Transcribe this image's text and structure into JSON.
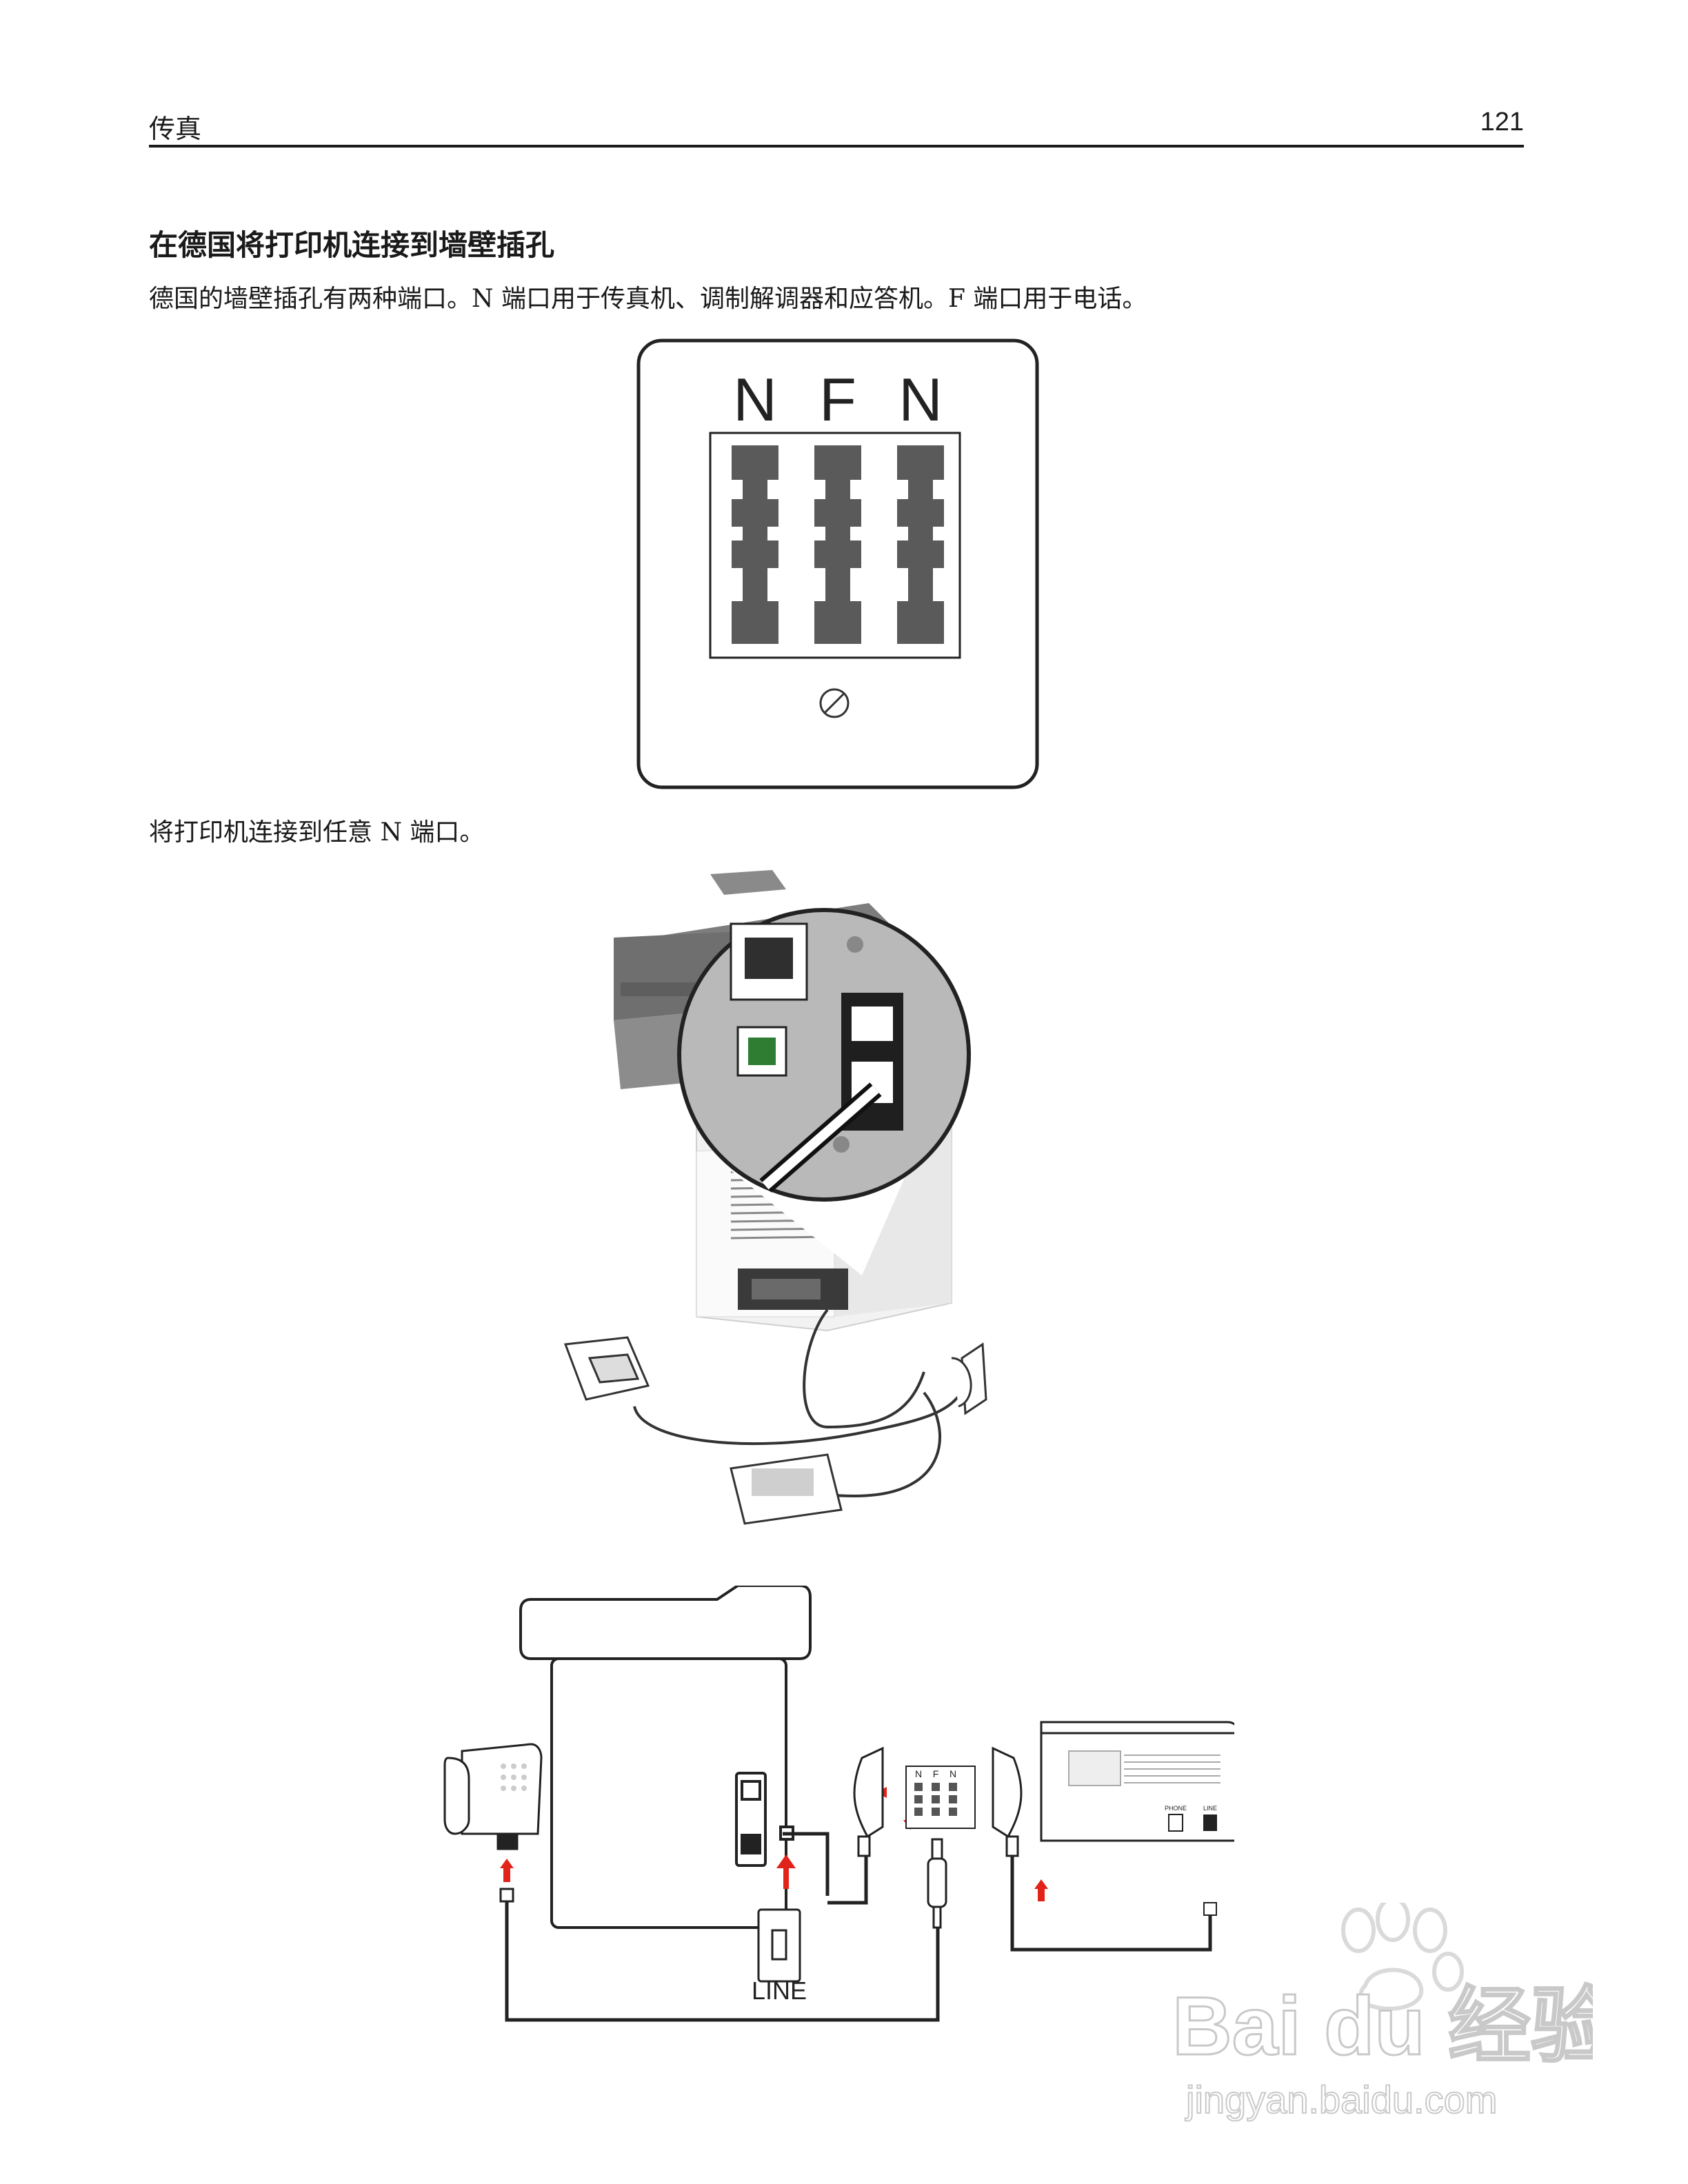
{
  "header": {
    "section": "传真",
    "page_number": "121"
  },
  "section": {
    "title": "在德国将打印机连接到墙壁插孔"
  },
  "paragraphs": {
    "intro": "德国的墙壁插孔有两种端口。N 端口用于传真机、调制解调器和应答机。F 端口用于电话。",
    "instruction": "将打印机连接到任意 N 端口。"
  },
  "figure_wall_jack": {
    "port_labels": [
      "N",
      "F",
      "N"
    ]
  },
  "figure_diagram": {
    "adapter_labels": [
      "N",
      "F",
      "N"
    ],
    "line_label": "LINE",
    "fax_port_labels": [
      "PHONE",
      "LINE"
    ]
  },
  "watermark": {
    "brand": "Bai du 经验",
    "url": "jingyan.baidu.com"
  },
  "colors": {
    "accent_red": "#e2231a",
    "port_gray": "#5a5a5a"
  }
}
